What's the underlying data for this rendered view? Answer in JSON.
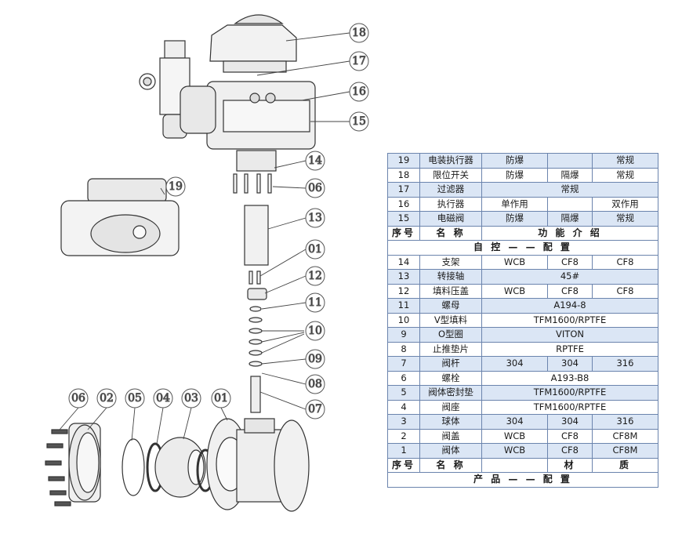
{
  "callouts": [
    "18",
    "17",
    "16",
    "15",
    "14",
    "06",
    "19",
    "13",
    "01",
    "12",
    "11",
    "10",
    "09",
    "08",
    "07",
    "06",
    "02",
    "05",
    "04",
    "03",
    "01"
  ],
  "table": {
    "top_rows": [
      {
        "no": "19",
        "name": "电装执行器",
        "c1": "防爆",
        "c2": "",
        "c3": "常规",
        "alt": true
      },
      {
        "no": "18",
        "name": "限位开关",
        "c1": "防爆",
        "c2": "隔爆",
        "c3": "常规",
        "alt": false
      },
      {
        "no": "17",
        "name": "过滤器",
        "span": "常规",
        "alt": true
      },
      {
        "no": "16",
        "name": "执行器",
        "c1": "单作用",
        "c2": "",
        "c3": "双作用",
        "alt": false
      },
      {
        "no": "15",
        "name": "电磁阀",
        "c1": "防爆",
        "c2": "隔爆",
        "c3": "常规",
        "alt": true
      }
    ],
    "header1": {
      "no": "序号",
      "name": "名 称",
      "func": "功 能 介 绍"
    },
    "band1": "自 控 — — 配 置",
    "bottom_rows": [
      {
        "no": "14",
        "name": "支架",
        "c1": "WCB",
        "c2": "CF8",
        "c3": "CF8",
        "alt": false
      },
      {
        "no": "13",
        "name": "转接轴",
        "span": "45#",
        "alt": true
      },
      {
        "no": "12",
        "name": "填料压盖",
        "c1": "WCB",
        "c2": "CF8",
        "c3": "CF8",
        "alt": false
      },
      {
        "no": "11",
        "name": "螺母",
        "span": "A194-8",
        "alt": true
      },
      {
        "no": "10",
        "name": "V型填料",
        "span": "TFM1600/RPTFE",
        "alt": false
      },
      {
        "no": "9",
        "name": "O型圈",
        "span": "VITON",
        "alt": true
      },
      {
        "no": "8",
        "name": "止推垫片",
        "span": "RPTFE",
        "alt": false
      },
      {
        "no": "7",
        "name": "阀杆",
        "c1": "304",
        "c2": "304",
        "c3": "316",
        "alt": true
      },
      {
        "no": "6",
        "name": "螺栓",
        "span": "A193-B8",
        "alt": false
      },
      {
        "no": "5",
        "name": "阀体密封垫",
        "span": "TFM1600/RPTFE",
        "alt": true
      },
      {
        "no": "4",
        "name": "阀座",
        "span": "TFM1600/RPTFE",
        "alt": false
      },
      {
        "no": "3",
        "name": "球体",
        "c1": "304",
        "c2": "304",
        "c3": "316",
        "alt": true
      },
      {
        "no": "2",
        "name": "阀盖",
        "c1": "WCB",
        "c2": "CF8",
        "c3": "CF8M",
        "alt": false
      },
      {
        "no": "1",
        "name": "阀体",
        "c1": "WCB",
        "c2": "CF8",
        "c3": "CF8M",
        "alt": true
      }
    ],
    "header2": {
      "no": "序号",
      "name": "名 称",
      "mat1": "材",
      "mat2": "质"
    },
    "band2": "产 品 — — 配 置"
  }
}
